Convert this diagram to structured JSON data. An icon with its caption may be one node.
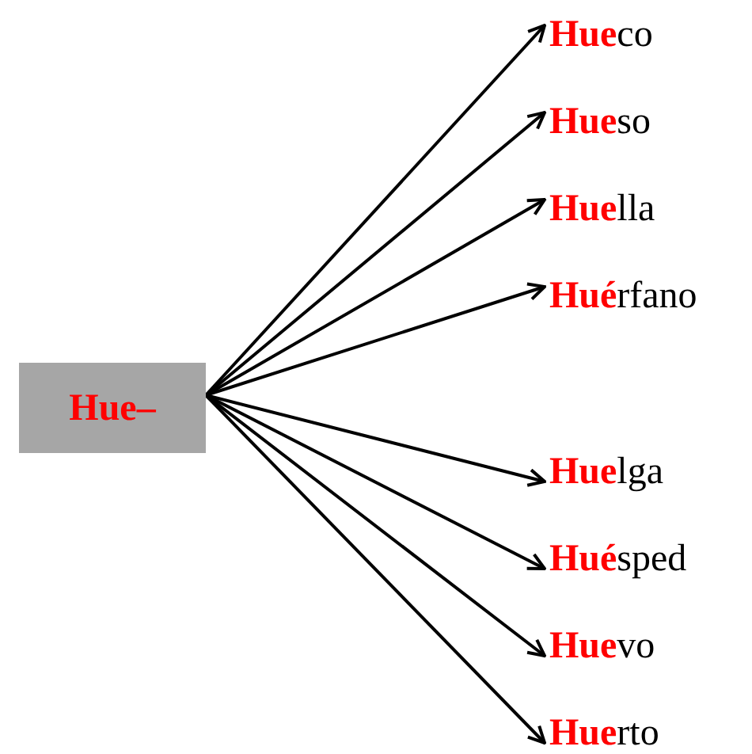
{
  "diagram": {
    "nodes": [
      {
        "text": [
          "Hue–"
        ]
      },
      {
        "text": [
          "**Hue**co"
        ]
      },
      {
        "text": [
          "**Hue**so"
        ]
      },
      {
        "text": [
          "**Hue**lla"
        ]
      },
      {
        "text": [
          "**Hué**rfano"
        ]
      },
      {
        "text": [
          "**Hue**lga"
        ]
      },
      {
        "text": [
          "**Hué**sped"
        ]
      },
      {
        "text": [
          "**Hue**vo"
        ]
      },
      {
        "text": [
          "**Hue**rto"
        ]
      }
    ],
    "edges": [
      {
        "from": 0,
        "to": 1,
        "arrow": "to"
      },
      {
        "from": 0,
        "to": 2,
        "arrow": "to"
      },
      {
        "from": 0,
        "to": 3,
        "arrow": "to"
      },
      {
        "from": 0,
        "to": 4,
        "arrow": "to"
      },
      {
        "from": 0,
        "to": 5,
        "arrow": "to"
      },
      {
        "from": 0,
        "to": 6,
        "arrow": "to"
      },
      {
        "from": 0,
        "to": 7,
        "arrow": "to"
      },
      {
        "from": 0,
        "to": 8,
        "arrow": "to"
      }
    ]
  }
}
